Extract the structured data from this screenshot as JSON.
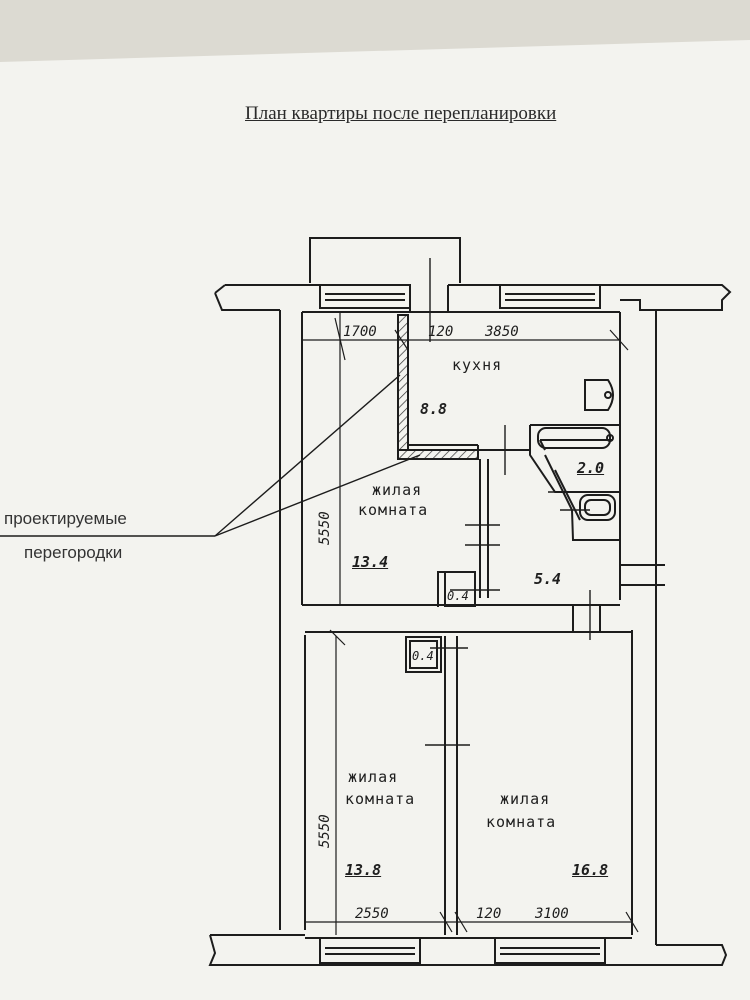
{
  "plan": {
    "title": "План квартиры после перепланировки",
    "annotation_lines": [
      "проектируемые",
      "перегородки"
    ],
    "rooms": {
      "kitchen": {
        "label": "кухня",
        "area": "8.8"
      },
      "living_top": {
        "label_1": "жилая",
        "label_2": "комната",
        "area": "13.4"
      },
      "hall": {
        "area": "5.4"
      },
      "bath": {
        "area": "2.0"
      },
      "closet_top": {
        "area": "0.4"
      },
      "closet_bottom": {
        "area": "0.4"
      },
      "living_left": {
        "label_1": "жилая",
        "label_2": "комната",
        "area": "13.8"
      },
      "living_right": {
        "label_1": "жилая",
        "label_2": "комната",
        "area": "16.8"
      }
    },
    "dimensions": {
      "top_left": "1700",
      "top_mid": "120",
      "top_right": "3850",
      "side_top": "5550",
      "side_bottom": "5550",
      "bottom_left": "2550",
      "bottom_mid": "120",
      "bottom_right": "3100"
    }
  }
}
